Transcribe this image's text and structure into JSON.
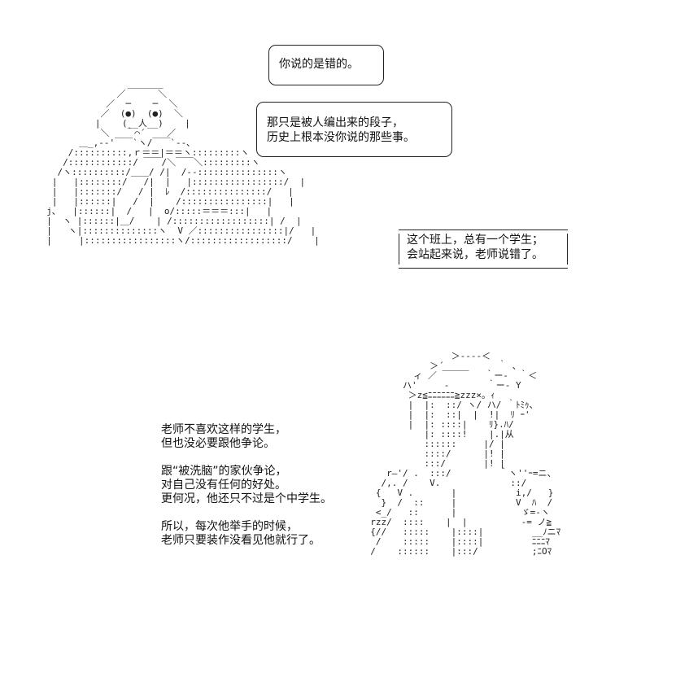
{
  "bubble_1": {
    "lines": [
      "你说的是错的。"
    ]
  },
  "bubble_2": {
    "lines": [
      "那只是被人编出来的段子，",
      "历史上根本没你说的那些事。"
    ]
  },
  "caption_box": {
    "lines": [
      "这个班上，总有一个学生；",
      "会站起来说，老师说错了。"
    ]
  },
  "narration": {
    "paragraphs": [
      {
        "lines": [
          "老师不喜欢这样的学生，",
          "但也没必要跟他争论。"
        ]
      },
      {
        "lines": [
          "跟“被洗脑”的家伙争论，",
          "对自己没有任何的好处。",
          "更何况，他还只不过是个中学生。"
        ]
      },
      {
        "lines": [
          "所以，每次他举手的时候，",
          "老师只要装作没看见他就行了。"
        ]
      }
    ]
  }
}
